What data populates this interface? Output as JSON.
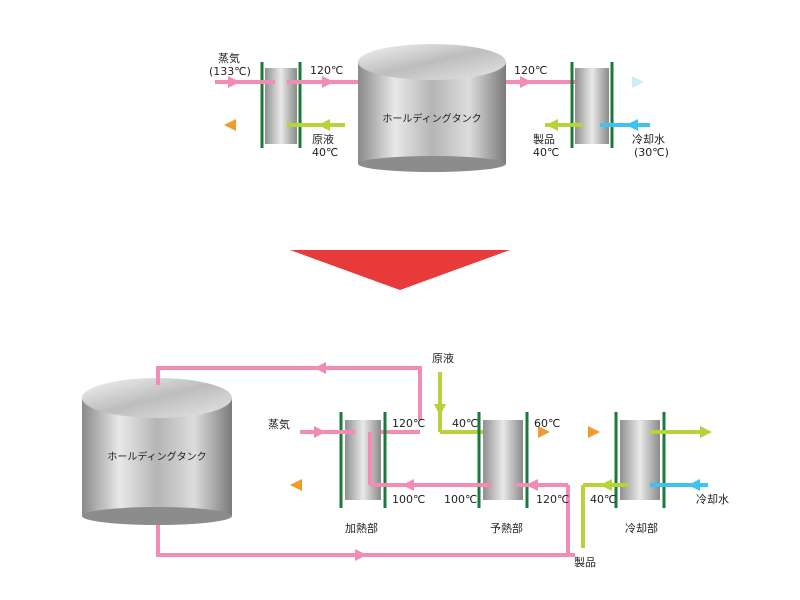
{
  "top": {
    "tank_label": "ホールディングタンク",
    "steam_label": "蒸気",
    "steam_temp": "(133℃)",
    "hot_out_temp": "120℃",
    "raw_label": "原液",
    "raw_temp": "40℃",
    "tank_out_temp": "120℃",
    "product_label": "製品",
    "product_temp": "40℃",
    "cooling_label": "冷却水",
    "cooling_temp": "(30℃)"
  },
  "bottom": {
    "tank_label": "ホールディングタンク",
    "steam_label": "蒸気",
    "raw_label": "原液",
    "heating_section": "加熱部",
    "preheat_section": "予熱部",
    "cooling_section": "冷却部",
    "cooling_water": "冷却水",
    "product_label": "製品",
    "temp_120_heat": "120℃",
    "temp_100_heat": "100℃",
    "temp_40_pre_in": "40℃",
    "temp_60_pre": "60℃",
    "temp_100_pre": "100℃",
    "temp_120_pre": "120℃",
    "temp_40_cool": "40℃"
  },
  "colors": {
    "hot_pink": "#f28bb6",
    "orange": "#f39a2e",
    "yellow_green": "#b6d33a",
    "cyan": "#3ec3ee",
    "plate_green": "#1a7a3a",
    "arrow_red": "#e83a3a"
  }
}
